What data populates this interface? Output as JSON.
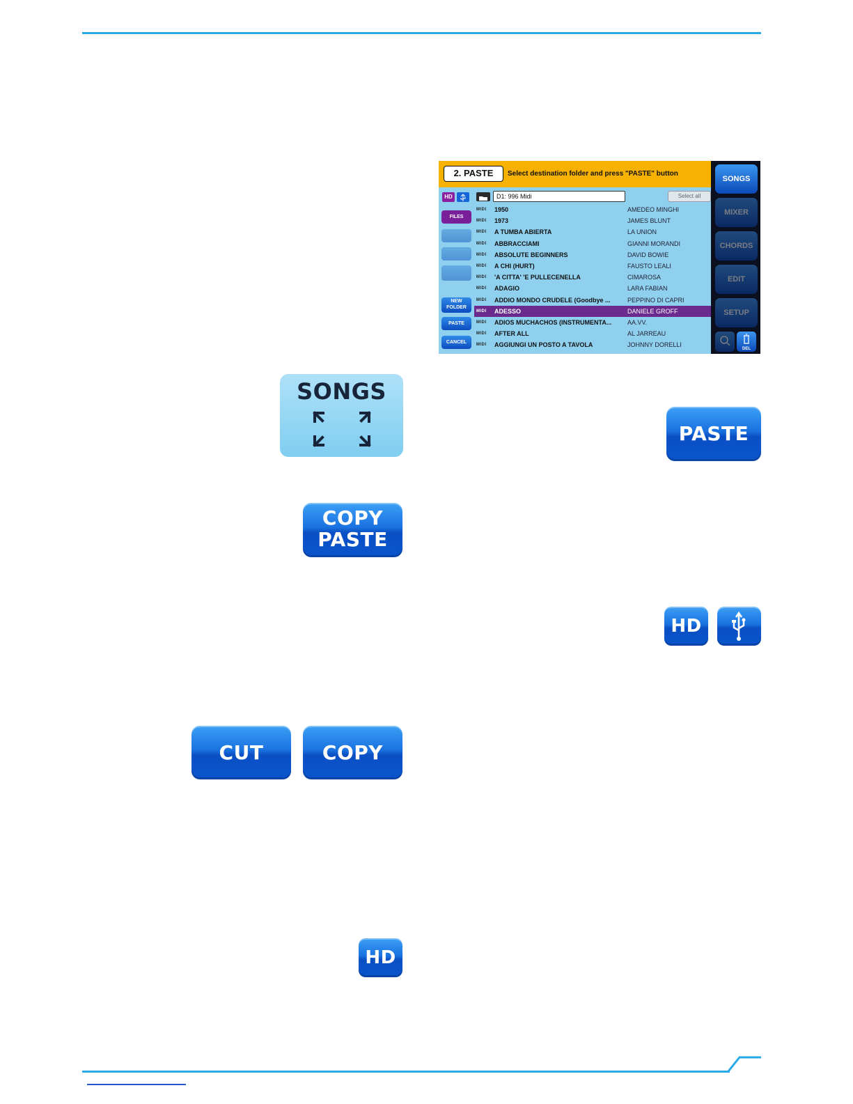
{
  "screen": {
    "header_badge": "2. PASTE",
    "header_text": "Select destination folder and press \"PASTE\" button",
    "left_buttons": {
      "hd": "HD",
      "files": "FILES",
      "new_folder_1": "NEW",
      "new_folder_2": "FOLDER",
      "paste": "PASTE",
      "cancel": "CANCEL"
    },
    "path": "D1: 996 Midi",
    "select_all": "Select all",
    "file_tag": "MIDI",
    "rows": [
      {
        "title": "1950",
        "artist": "AMEDEO MINGHI"
      },
      {
        "title": "1973",
        "artist": "JAMES BLUNT"
      },
      {
        "title": "A TUMBA ABIERTA",
        "artist": "LA UNION"
      },
      {
        "title": "ABBRACCIAMI",
        "artist": "GIANNI MORANDI"
      },
      {
        "title": "ABSOLUTE BEGINNERS",
        "artist": "DAVID BOWIE"
      },
      {
        "title": "A CHI (HURT)",
        "artist": "FAUSTO LEALI"
      },
      {
        "title": "'A CITTA' 'E PULLECENELLA",
        "artist": "CIMAROSA"
      },
      {
        "title": "ADAGIO",
        "artist": "LARA FABIAN"
      },
      {
        "title": "ADDIO MONDO CRUDELE (Goodbye ...",
        "artist": "PEPPINO DI CAPRI"
      },
      {
        "title": "ADESSO",
        "artist": "DANIELE GROFF"
      },
      {
        "title": "ADIOS MUCHACHOS (INSTRUMENTA...",
        "artist": "AA.VV."
      },
      {
        "title": "AFTER ALL",
        "artist": "AL JARREAU"
      },
      {
        "title": "AGGIUNGI UN POSTO A TAVOLA",
        "artist": "JOHNNY DORELLI"
      }
    ],
    "selected_row_index": 9,
    "right_buttons": [
      "SONGS",
      "MIXER",
      "CHORDS",
      "EDIT",
      "SETUP"
    ],
    "del_label": "DEL"
  },
  "buttons": {
    "songs": "SONGS",
    "paste": "PASTE",
    "copy_paste_1": "COPY",
    "copy_paste_2": "PASTE",
    "hd": "HD",
    "hd_small": "HD",
    "cut": "CUT",
    "copy": "COPY"
  }
}
